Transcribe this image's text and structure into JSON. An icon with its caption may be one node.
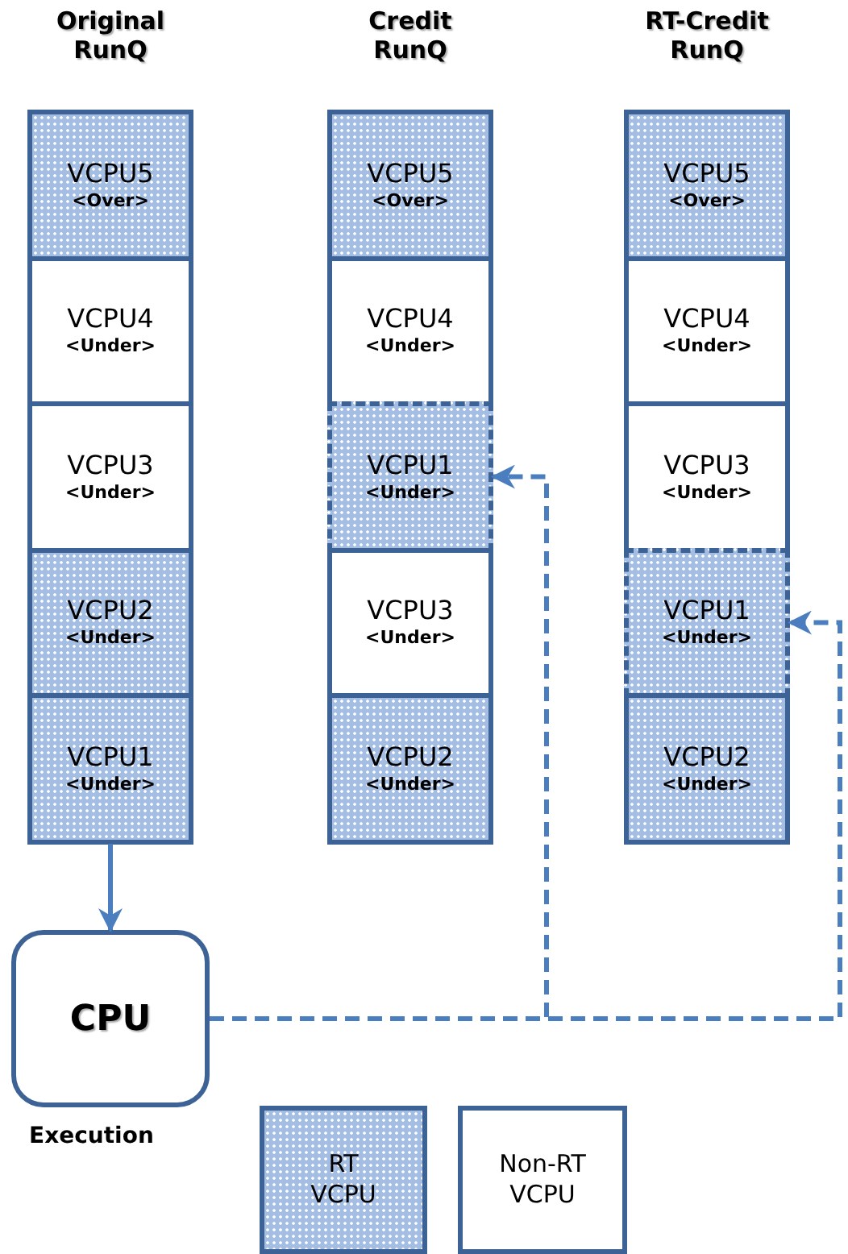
{
  "diagram": {
    "nodes": [
      {
        "text": [
          "Original RunQ"
        ]
      },
      {
        "text": [
          "VCPU5",
          "<Over>"
        ],
        "in": 0
      },
      {
        "text": [
          "VCPU4",
          "<Under>"
        ],
        "in": 0
      },
      {
        "text": [
          "VCPU3",
          "<Under>"
        ],
        "in": 0
      },
      {
        "text": [
          "VCPU2",
          "<Under>"
        ],
        "in": 0
      },
      {
        "text": [
          "VCPU1",
          "<Under>"
        ],
        "in": 0
      },
      {
        "text": [
          "Credit RunQ"
        ]
      },
      {
        "text": [
          "VCPU5",
          "<Over>"
        ],
        "in": 6
      },
      {
        "text": [
          "VCPU4",
          "<Under>"
        ],
        "in": 6
      },
      {
        "text": [
          "VCPU1",
          "<Under>"
        ],
        "in": 6
      },
      {
        "text": [
          "VCPU3",
          "<Under>"
        ],
        "in": 6
      },
      {
        "text": [
          "VCPU2",
          "<Under>"
        ],
        "in": 6
      },
      {
        "text": [
          "RT-Credit RunQ"
        ]
      },
      {
        "text": [
          "VCPU5",
          "<Over>"
        ],
        "in": 12
      },
      {
        "text": [
          "VCPU4",
          "<Under>"
        ],
        "in": 12
      },
      {
        "text": [
          "VCPU3",
          "<Under>"
        ],
        "in": 12
      },
      {
        "text": [
          "VCPU1",
          "<Under>"
        ],
        "in": 12
      },
      {
        "text": [
          "VCPU2",
          "<Under>"
        ],
        "in": 12
      },
      {
        "text": [
          "CPU"
        ],
        "beside": [
          "Execution"
        ]
      }
    ],
    "edges": [
      {
        "from": 5,
        "to": 18,
        "arrow": "to"
      },
      {
        "from": 18,
        "to": 9,
        "arrow": "to",
        "style": "dashed"
      },
      {
        "from": 18,
        "to": 16,
        "arrow": "to",
        "style": "dashed"
      }
    ],
    "legend": [
      {
        "text": "RT VCPU",
        "color": "#a3bde3"
      },
      {
        "text": "Non-RT VCPU",
        "color": "#ffffff"
      }
    ]
  }
}
